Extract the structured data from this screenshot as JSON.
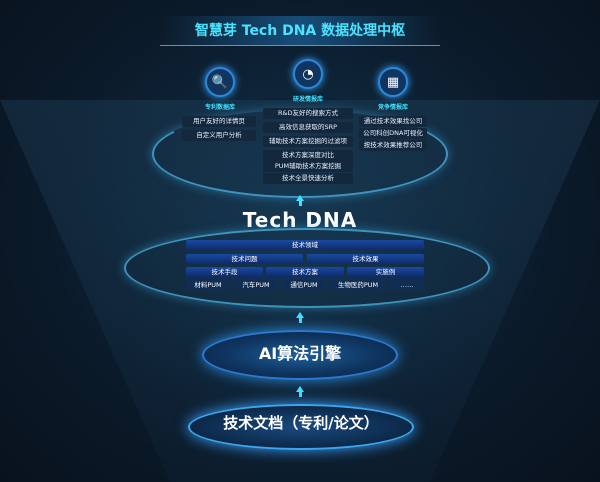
{
  "title": "智慧芽 Tech DNA 数据处理中枢",
  "databases": [
    {
      "name": "专利数据库",
      "icon": "patent-search-icon",
      "items": [
        "用户友好的详情页",
        "自定义用户分析"
      ]
    },
    {
      "name": "研发情报库",
      "icon": "rd-intel-icon",
      "items": [
        "R&D友好的搜索方式",
        "高效信息获取的SRP",
        "辅助技术方案挖掘的过滤项",
        "技术方案深度对比",
        "PUM辅助技术方案挖掘",
        "技术全景快速分析"
      ]
    },
    {
      "name": "竞争情报库",
      "icon": "competitor-intel-icon",
      "items": [
        "通过技术效果找公司",
        "公司科创DNA可视化",
        "按技术效果推荐公司"
      ]
    }
  ],
  "tech_dna": {
    "label": "Tech DNA",
    "rows": [
      [
        "技术领域"
      ],
      [
        "技术问题",
        "技术效果"
      ],
      [
        "技术手段",
        "技术方案",
        "实施例"
      ],
      [
        "材料PUM",
        "汽车PUM",
        "通信PUM",
        "生物医药PUM",
        "……"
      ]
    ]
  },
  "engine": "AI算法引擎",
  "source": "技术文档（专利/论文）",
  "colors": {
    "accent": "#40e0ff",
    "background": "#0a1522"
  }
}
